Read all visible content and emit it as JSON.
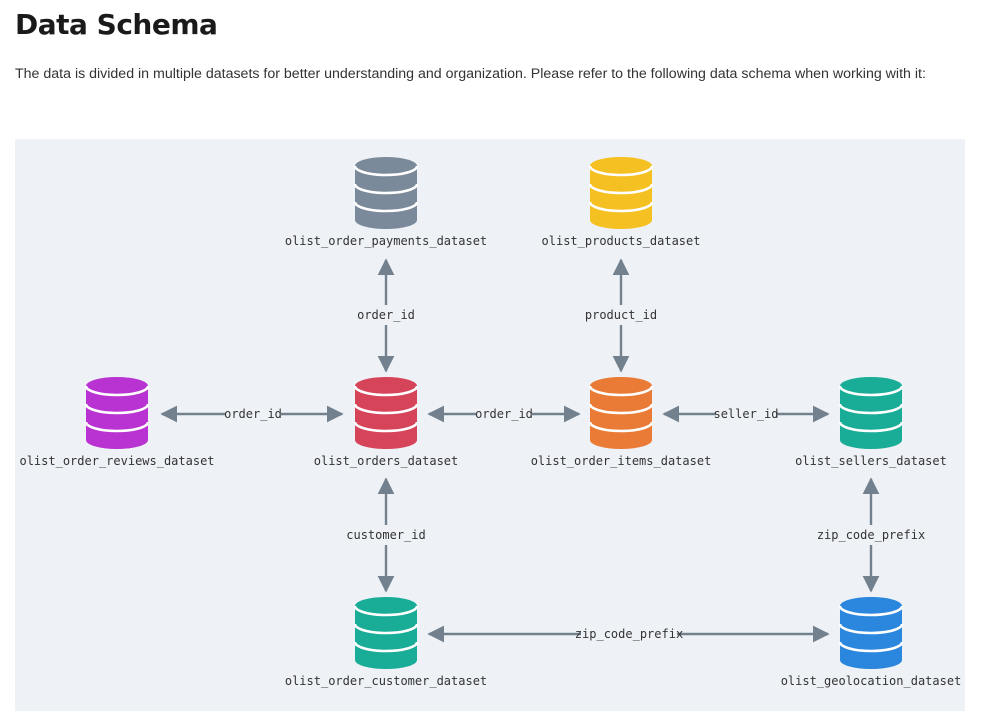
{
  "page": {
    "title": "Data Schema",
    "intro": "The data is divided in multiple datasets for better understanding and organization. Please refer to the following data schema when working with it:"
  },
  "diagram": {
    "nodes": {
      "payments": {
        "label": "olist_order_payments_dataset",
        "color": "#7b8a9a"
      },
      "products": {
        "label": "olist_products_dataset",
        "color": "#f5c021"
      },
      "reviews": {
        "label": "olist_order_reviews_dataset",
        "color": "#b833d1"
      },
      "orders": {
        "label": "olist_orders_dataset",
        "color": "#d6445a"
      },
      "items": {
        "label": "olist_order_items_dataset",
        "color": "#ea7b36"
      },
      "sellers": {
        "label": "olist_sellers_dataset",
        "color": "#19ac97"
      },
      "customer": {
        "label": "olist_order_customer_dataset",
        "color": "#19ac97"
      },
      "geolocation": {
        "label": "olist_geolocation_dataset",
        "color": "#2b86dd"
      }
    },
    "edges": {
      "orders_payments": "order_id",
      "items_products": "product_id",
      "reviews_orders": "order_id",
      "orders_items": "order_id",
      "items_sellers": "seller_id",
      "orders_customer": "customer_id",
      "sellers_geo": "zip_code_prefix",
      "customer_geo": "zip_code_prefix"
    },
    "edge_color": "#73818f"
  }
}
